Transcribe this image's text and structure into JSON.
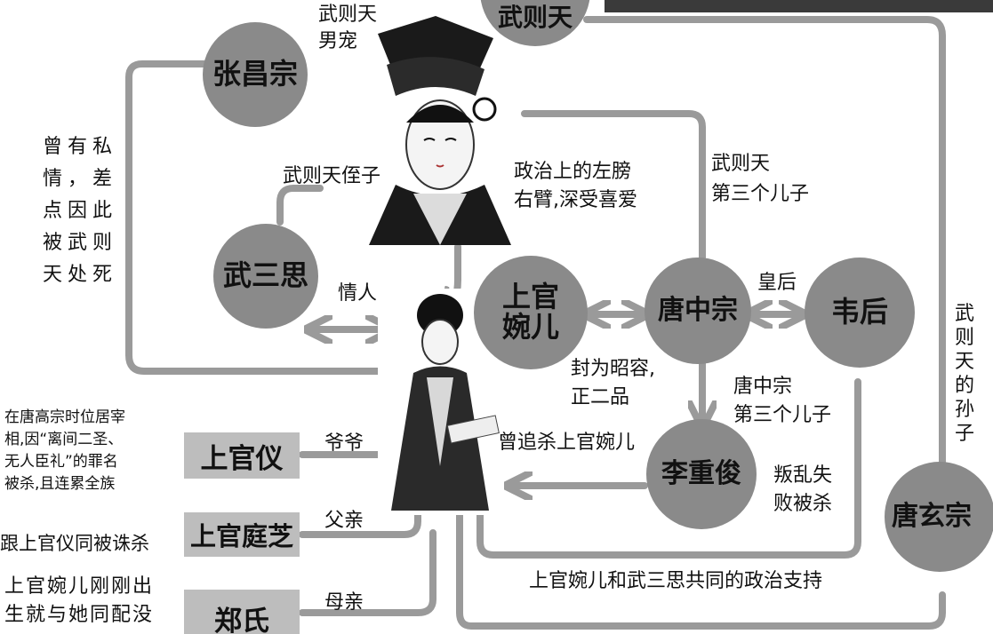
{
  "header": {
    "title_fragment": "武则天"
  },
  "nodes": {
    "wuzetian": "武则天",
    "zhangchangzong": "张昌宗",
    "wusansi": "武三思",
    "shangguanwaner": "上官\n婉儿",
    "tangzhongzong": "唐中宗",
    "weihou": "韦后",
    "lichongjun": "李重俊",
    "tangxuanzong": "唐玄宗",
    "shangguanyi": "上官仪",
    "shangguantingzhi": "上官庭芝",
    "zhengshi": "郑氏"
  },
  "labels": {
    "male_favorite": "武则天\n男宠",
    "affair": "曾有私情，差点因此被武则天处死",
    "nephew": "武则天侄子",
    "right_hand": "政治上的左膀\n右臂,深受喜爱",
    "third_son": "武则天\n第三个儿子",
    "lover": "情人",
    "empress": "皇后",
    "grandson": "武则天的孙子",
    "zhaorong": "封为昭容,\n正二品",
    "zhongzong_third_son": "唐中宗\n第三个儿子",
    "tried_to_kill": "曾追杀上官婉儿",
    "rebellion": "叛乱失\n败被杀",
    "political_support": "上官婉儿和武三思共同的政治支持",
    "grandfather": "爷爷",
    "father": "父亲",
    "mother": "母亲",
    "yi_note": "在唐高宗时位居宰\n相,因“离间二圣、\n无人臣礼”的罪名\n被杀,且连累全族",
    "tingzhi_note": "跟上官仪同被诛杀",
    "zheng_note": "上官婉儿刚刚出\n生就与她同配没"
  },
  "colors": {
    "node": "#8a8a8a",
    "box": "#bdbdbd",
    "line": "#9a9a9a",
    "banner": "#3a3a3a"
  }
}
